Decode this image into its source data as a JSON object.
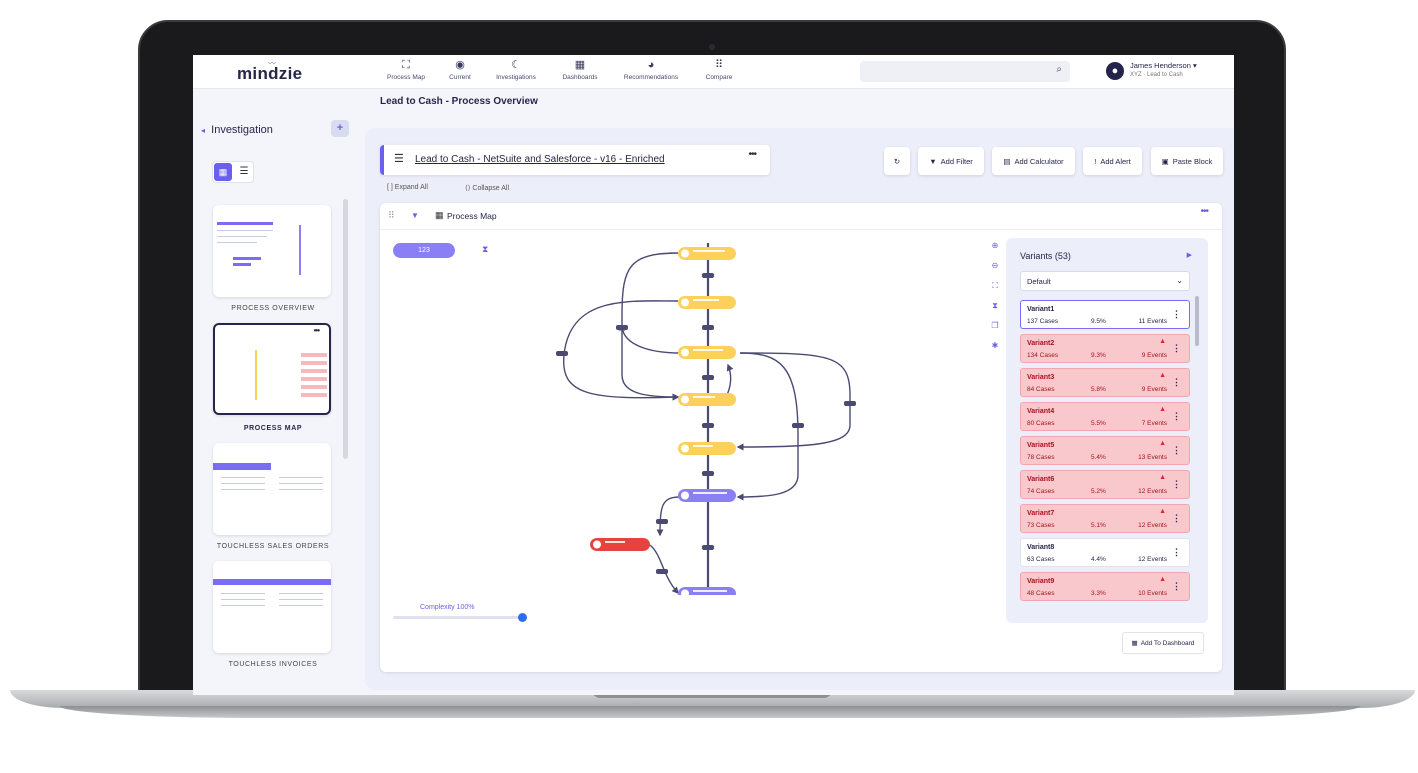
{
  "app": {
    "logo": "mindzie",
    "page_title": "Lead to Cash - Process Overview"
  },
  "nav": [
    {
      "label": "Process Map",
      "icon": "sitemap-icon"
    },
    {
      "label": "Current",
      "icon": "pin-icon"
    },
    {
      "label": "Investigations",
      "icon": "moon-icon"
    },
    {
      "label": "Dashboards",
      "icon": "grid-icon"
    },
    {
      "label": "Recommendations",
      "icon": "palette-icon"
    },
    {
      "label": "Compare",
      "icon": "compare-icon"
    }
  ],
  "search": {
    "placeholder": ""
  },
  "user": {
    "name": "James Henderson",
    "org": "XYZ · Lead to Cash"
  },
  "sidebar": {
    "title": "Investigation",
    "thumbnails": [
      {
        "label": "PROCESS OVERVIEW"
      },
      {
        "label": "PROCESS MAP"
      },
      {
        "label": "TOUCHLESS SALES ORDERS"
      },
      {
        "label": "TOUCHLESS INVOICES"
      }
    ]
  },
  "dataset": {
    "title": "Lead to Cash - NetSuite and Salesforce - v16 - Enriched"
  },
  "toolbar": {
    "add_filter": "Add Filter",
    "add_calculator": "Add Calculator",
    "add_alert": "Add Alert",
    "paste_block": "Paste Block",
    "expand_all": "Expand All",
    "collapse_all": "Collapse All"
  },
  "process_map": {
    "title": "Process Map",
    "complexity": "Complexity 100%",
    "complexity_value": 1.0,
    "metric_pill": "123"
  },
  "variants": {
    "title": "Variants (53)",
    "filter_selected": "Default",
    "items": [
      {
        "name": "Variant1",
        "cases": "137 Cases",
        "pct": "9.5%",
        "events": "11 Events",
        "warn": false
      },
      {
        "name": "Variant2",
        "cases": "134 Cases",
        "pct": "9.3%",
        "events": "9 Events",
        "warn": true
      },
      {
        "name": "Variant3",
        "cases": "84 Cases",
        "pct": "5.8%",
        "events": "9 Events",
        "warn": true
      },
      {
        "name": "Variant4",
        "cases": "80 Cases",
        "pct": "5.5%",
        "events": "7 Events",
        "warn": true
      },
      {
        "name": "Variant5",
        "cases": "78 Cases",
        "pct": "5.4%",
        "events": "13 Events",
        "warn": true
      },
      {
        "name": "Variant6",
        "cases": "74 Cases",
        "pct": "5.2%",
        "events": "12 Events",
        "warn": true
      },
      {
        "name": "Variant7",
        "cases": "73 Cases",
        "pct": "5.1%",
        "events": "12 Events",
        "warn": true
      },
      {
        "name": "Variant8",
        "cases": "63 Cases",
        "pct": "4.4%",
        "events": "12 Events",
        "warn": false
      },
      {
        "name": "Variant9",
        "cases": "48 Cases",
        "pct": "3.3%",
        "events": "10 Events",
        "warn": true
      }
    ],
    "add_to_dashboard": "Add To Dashboard"
  },
  "colors": {
    "accent": "#6b5ff0",
    "node_yellow": "#fbd15b",
    "node_purple": "#8b7ff5",
    "node_red": "#e5433e",
    "warn_bg": "#f9c8cc",
    "edge": "#4a4a72"
  }
}
